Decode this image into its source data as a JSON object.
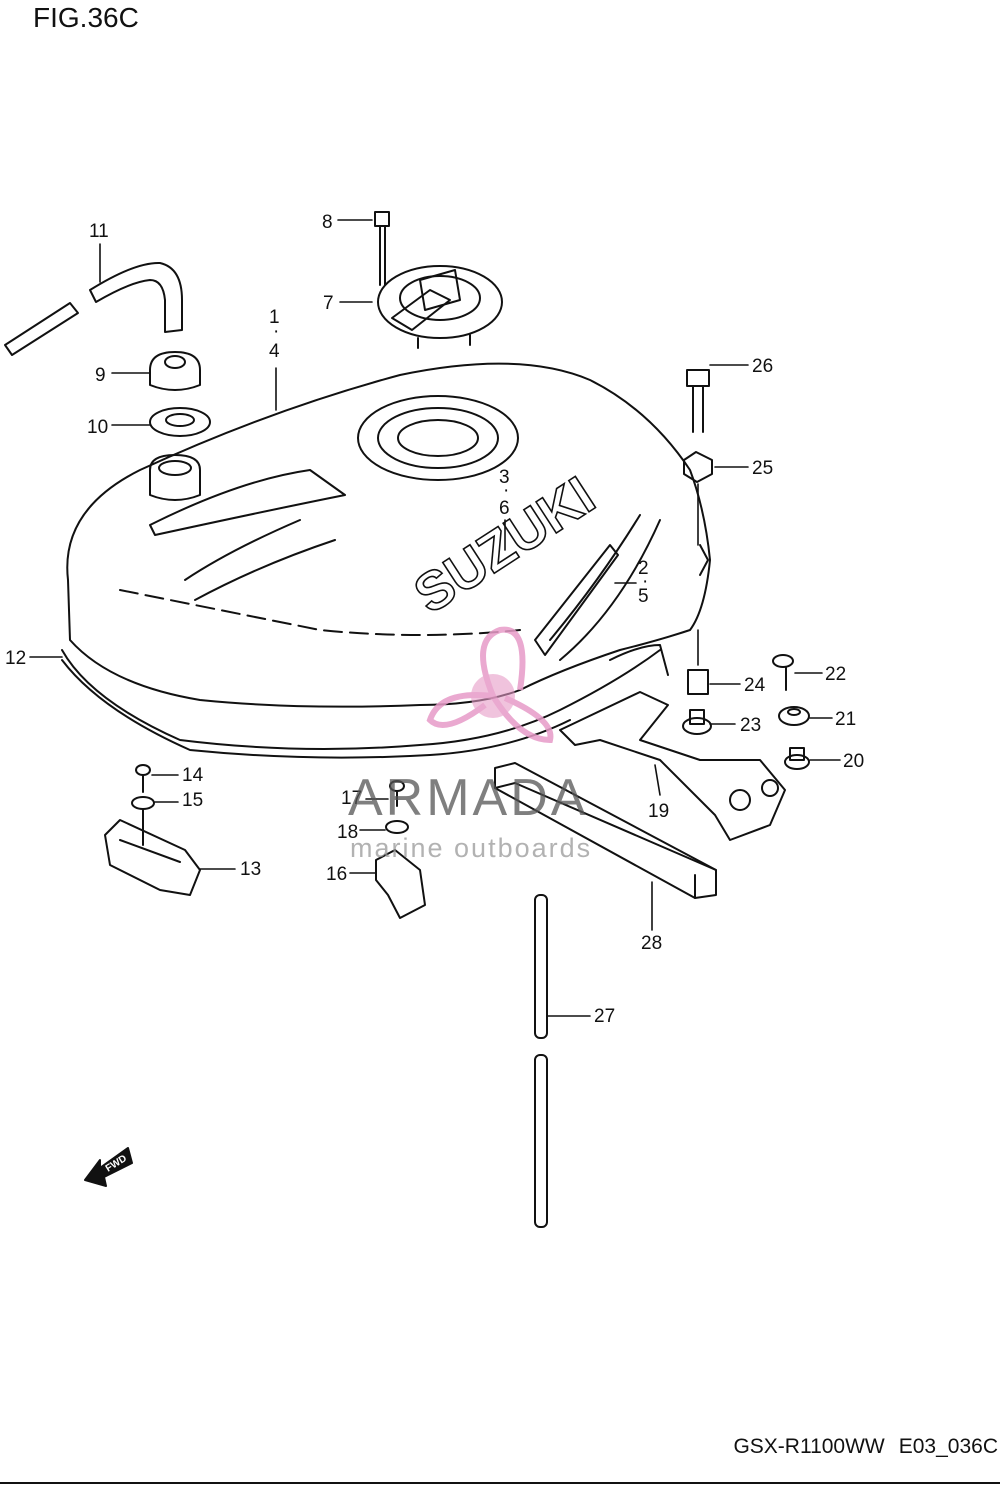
{
  "figure": {
    "title": "FIG.36C"
  },
  "footer": {
    "model": "GSX-R1100WW",
    "code": "E03_036C"
  },
  "tank_logo": "SUZUKI",
  "fwd_arrow": {
    "label": "FWD",
    "icon": "fwd-arrow-icon"
  },
  "watermark": {
    "name": "ARMADA",
    "tagline": "marine outboards",
    "logo_color": "#e79bc8",
    "icon": "propeller-logo-icon"
  },
  "callouts": [
    "1",
    "4",
    "2",
    "5",
    "3",
    "6",
    "7",
    "8",
    "9",
    "10",
    "11",
    "12",
    "13",
    "14",
    "15",
    "16",
    "17",
    "18",
    "19",
    "20",
    "21",
    "22",
    "23",
    "24",
    "25",
    "26",
    "27",
    "28"
  ]
}
